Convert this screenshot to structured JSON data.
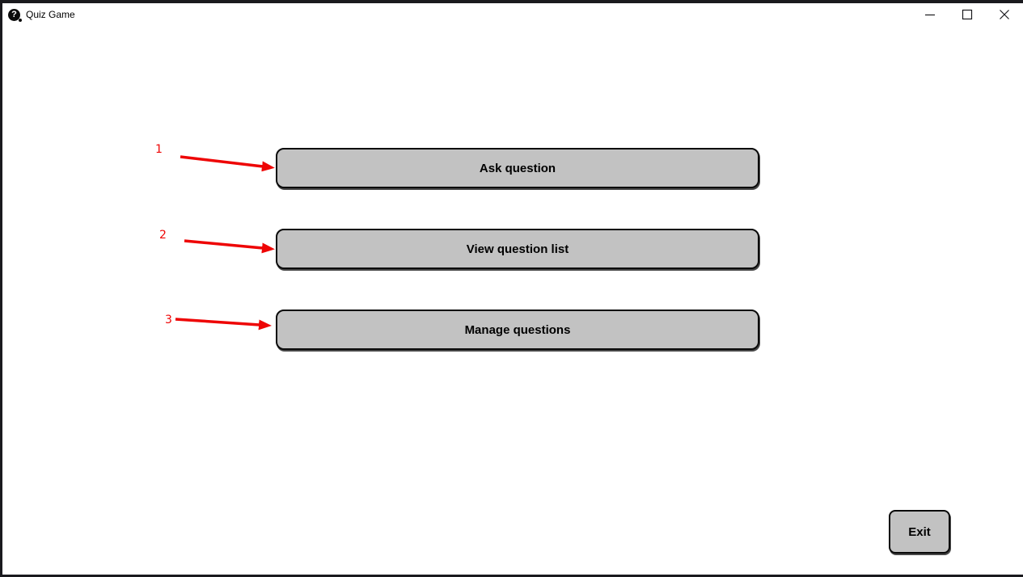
{
  "titlebar": {
    "title": "Quiz Game",
    "app_icon_glyph": "?",
    "icons": [
      "question-circle-icon",
      "minimize-icon",
      "maximize-icon",
      "close-icon"
    ]
  },
  "menu": {
    "buttons": [
      {
        "label": "Ask question"
      },
      {
        "label": "View question list"
      },
      {
        "label": "Manage questions"
      }
    ]
  },
  "annotations": [
    {
      "number": "1",
      "points_to": "Ask question"
    },
    {
      "number": "2",
      "points_to": "View question list"
    },
    {
      "number": "3",
      "points_to": "Manage questions"
    }
  ],
  "footer": {
    "exit_label": "Exit"
  },
  "colors": {
    "button_bg": "#c2c2c2",
    "button_border": "#0a0a0a",
    "annotation_red": "#ee0505",
    "window_border": "#1a1a1e",
    "titlebar_bg": "#ffffff"
  }
}
